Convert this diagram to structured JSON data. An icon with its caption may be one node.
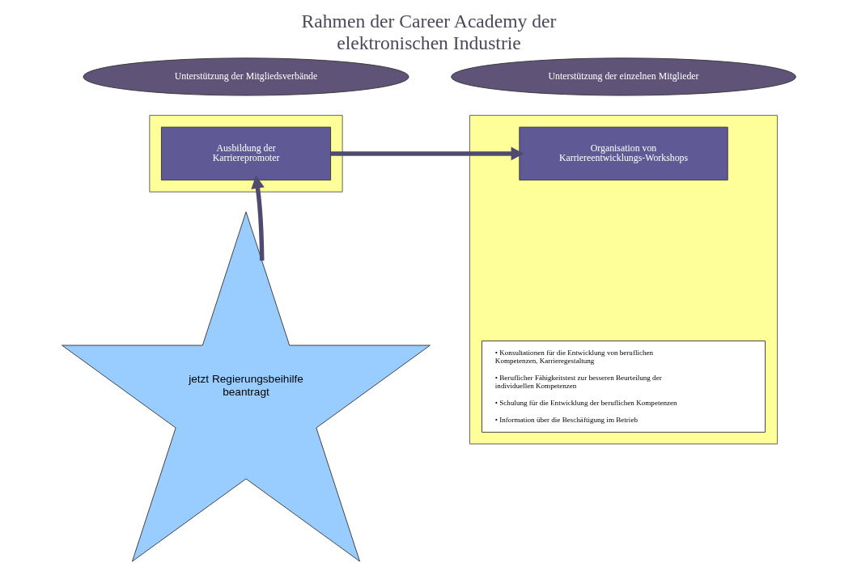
{
  "diagram": {
    "title": "Rahmen der Career Academy der elektronischen Industrie",
    "nodes": [
      {
        "text": [
          "Unterstützung der Mitgliedsverbände"
        ]
      },
      {
        "text": [
          "Unterstützung der einzelnen Mitglieder"
        ]
      },
      {
        "text": [],
        "shape": "box"
      },
      {
        "text": [
          "Ausbildung der Karrierepromoter"
        ],
        "in": 2
      },
      {
        "text": [],
        "shape": "box"
      },
      {
        "text": [
          "Organisation von Karriereentwicklungs-Workshops"
        ],
        "in": 4
      },
      {
        "text": [
          "• Konsultationen für die Entwicklung von beruflichen Kompetenzen, Karrieregestaltung",
          "• Beruflicher Fähigkeitstest zur besseren Beurteilung der individuellen Kompetenzen",
          "• Schulung für die Entwicklung der beruflichen Kompetenzen",
          "• Information über die Beschäftigung im Betrieb"
        ],
        "in": 4
      },
      {
        "text": [
          "jetzt Regierungsbeihilfe beantragt"
        ]
      }
    ],
    "edges": [
      {
        "from": 3,
        "to": 5,
        "arrow": "to"
      },
      {
        "from": 7,
        "to": 3,
        "arrow": "to"
      }
    ]
  }
}
